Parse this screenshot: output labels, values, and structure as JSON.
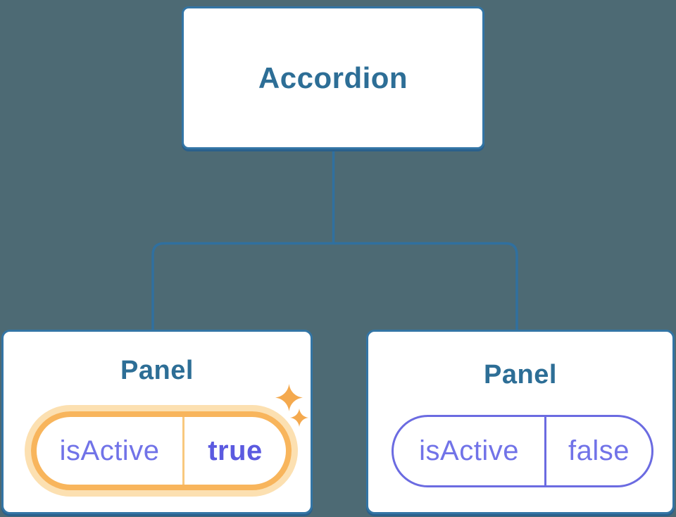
{
  "diagram": {
    "kind": "component-state-tree",
    "root": {
      "label": "Accordion"
    },
    "panels": [
      {
        "title": "Panel",
        "state": {
          "name": "isActive",
          "value": "true"
        },
        "highlighted": true,
        "icon": "sparkle-icon"
      },
      {
        "title": "Panel",
        "state": {
          "name": "isActive",
          "value": "false"
        },
        "highlighted": false
      }
    ]
  },
  "icons": {
    "sparkle": "✦"
  },
  "colors": {
    "background": "#4D6A74",
    "node_border_blue": "#3375A5",
    "node_text_blue": "#2D6E96",
    "connector_blue": "#30709F",
    "node_shadow_blue": "#2A608C",
    "state_text_purple": "#7173E8",
    "state_value_bold_purple": "#5B5AE0",
    "state_pill_border_purple": "#6B6BE1",
    "highlight_orange": "#F8B55C",
    "highlight_glow": "#FCE0B1",
    "highlight_divider": "#F9C87E",
    "sparkle_orange": "#F4A94E",
    "card_bg": "#FFFFFF"
  }
}
